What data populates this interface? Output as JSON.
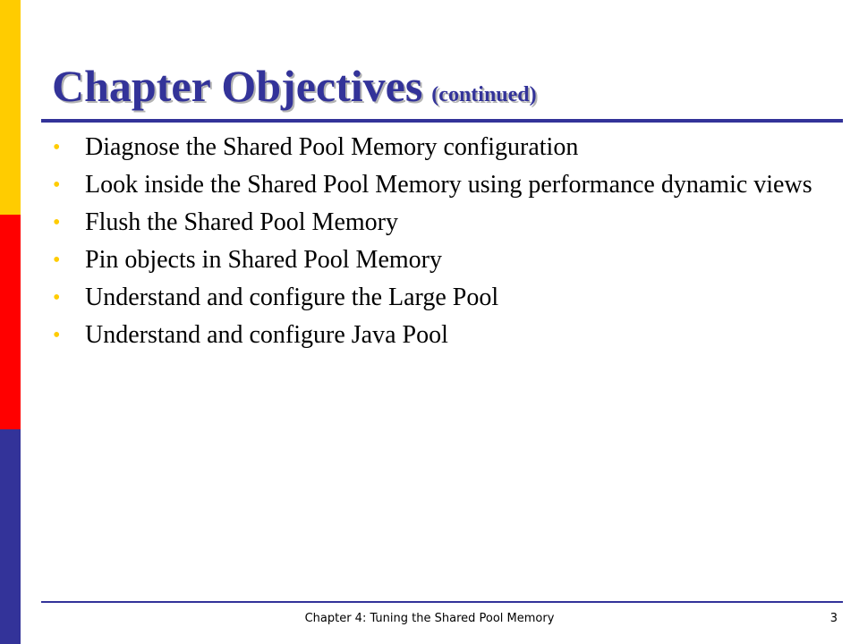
{
  "slide": {
    "title": "Chapter Objectives",
    "subtitle": "(continued)",
    "bullets": [
      "Diagnose the Shared Pool Memory configuration",
      "Look inside the Shared Pool Memory using performance dynamic views",
      "Flush the Shared Pool Memory",
      "Pin objects in Shared Pool Memory",
      "Understand and configure the Large Pool",
      "Understand and configure Java Pool"
    ],
    "bullet_marker": "•"
  },
  "footer": {
    "text": "Chapter 4: Tuning the Shared Pool Memory",
    "page_number": "3"
  },
  "colors": {
    "accent_blue": "#333399",
    "bar_yellow": "#ffcc00",
    "bar_red": "#ff0000"
  }
}
